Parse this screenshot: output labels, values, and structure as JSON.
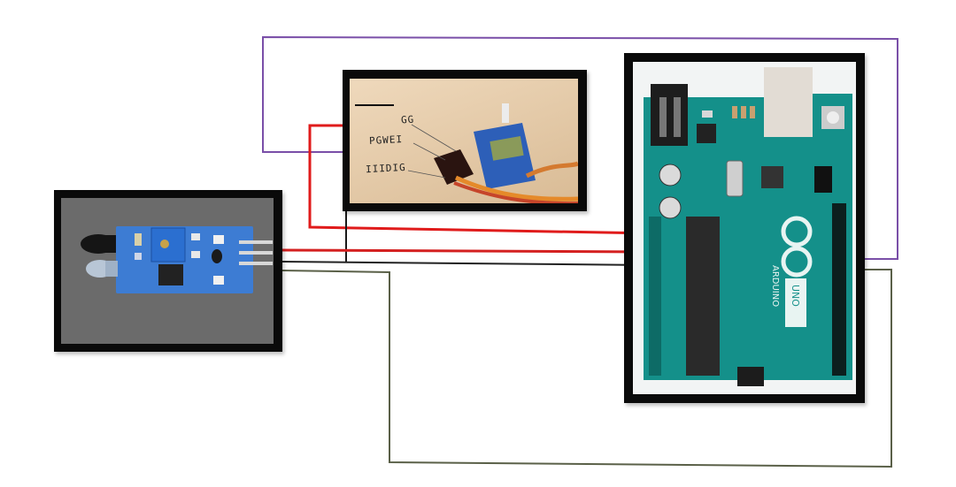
{
  "diagram": {
    "title": "IR sensor + servo + Arduino Uno wiring diagram",
    "components": [
      {
        "id": "ir-sensor",
        "name": "IR obstacle sensor module",
        "pins": 3
      },
      {
        "id": "servo",
        "name": "SG90 micro servo",
        "wire_labels": [
          "GG",
          "PGWEI",
          "IIIDIG"
        ]
      },
      {
        "id": "arduino",
        "name": "Arduino Uno",
        "board_text": "ARDUINO",
        "model_text": "UNO"
      }
    ],
    "wires": [
      {
        "id": "servo-signal-purple",
        "color": "#7a4fa8",
        "from": "servo",
        "to": "arduino"
      },
      {
        "id": "servo-power-red",
        "color": "#e01b1b",
        "from": "servo",
        "to": "arduino"
      },
      {
        "id": "servo-ground-black",
        "color": "#1a1a1a",
        "from": "servo",
        "to": "ground-line"
      },
      {
        "id": "sensor-vcc-red",
        "color": "#d42020",
        "from": "ir-sensor",
        "to": "arduino"
      },
      {
        "id": "sensor-gnd-black",
        "color": "#222222",
        "from": "ir-sensor",
        "to": "arduino"
      },
      {
        "id": "sensor-out-olive",
        "color": "#5a6048",
        "from": "ir-sensor",
        "to": "arduino"
      }
    ],
    "colors": {
      "pcb_green": "#14908a",
      "sensor_blue": "#3f7fd6",
      "frame": "#0a0a0a",
      "sensor_bg": "#6a6a6a",
      "servo_bg": "#e6cfb0"
    }
  }
}
